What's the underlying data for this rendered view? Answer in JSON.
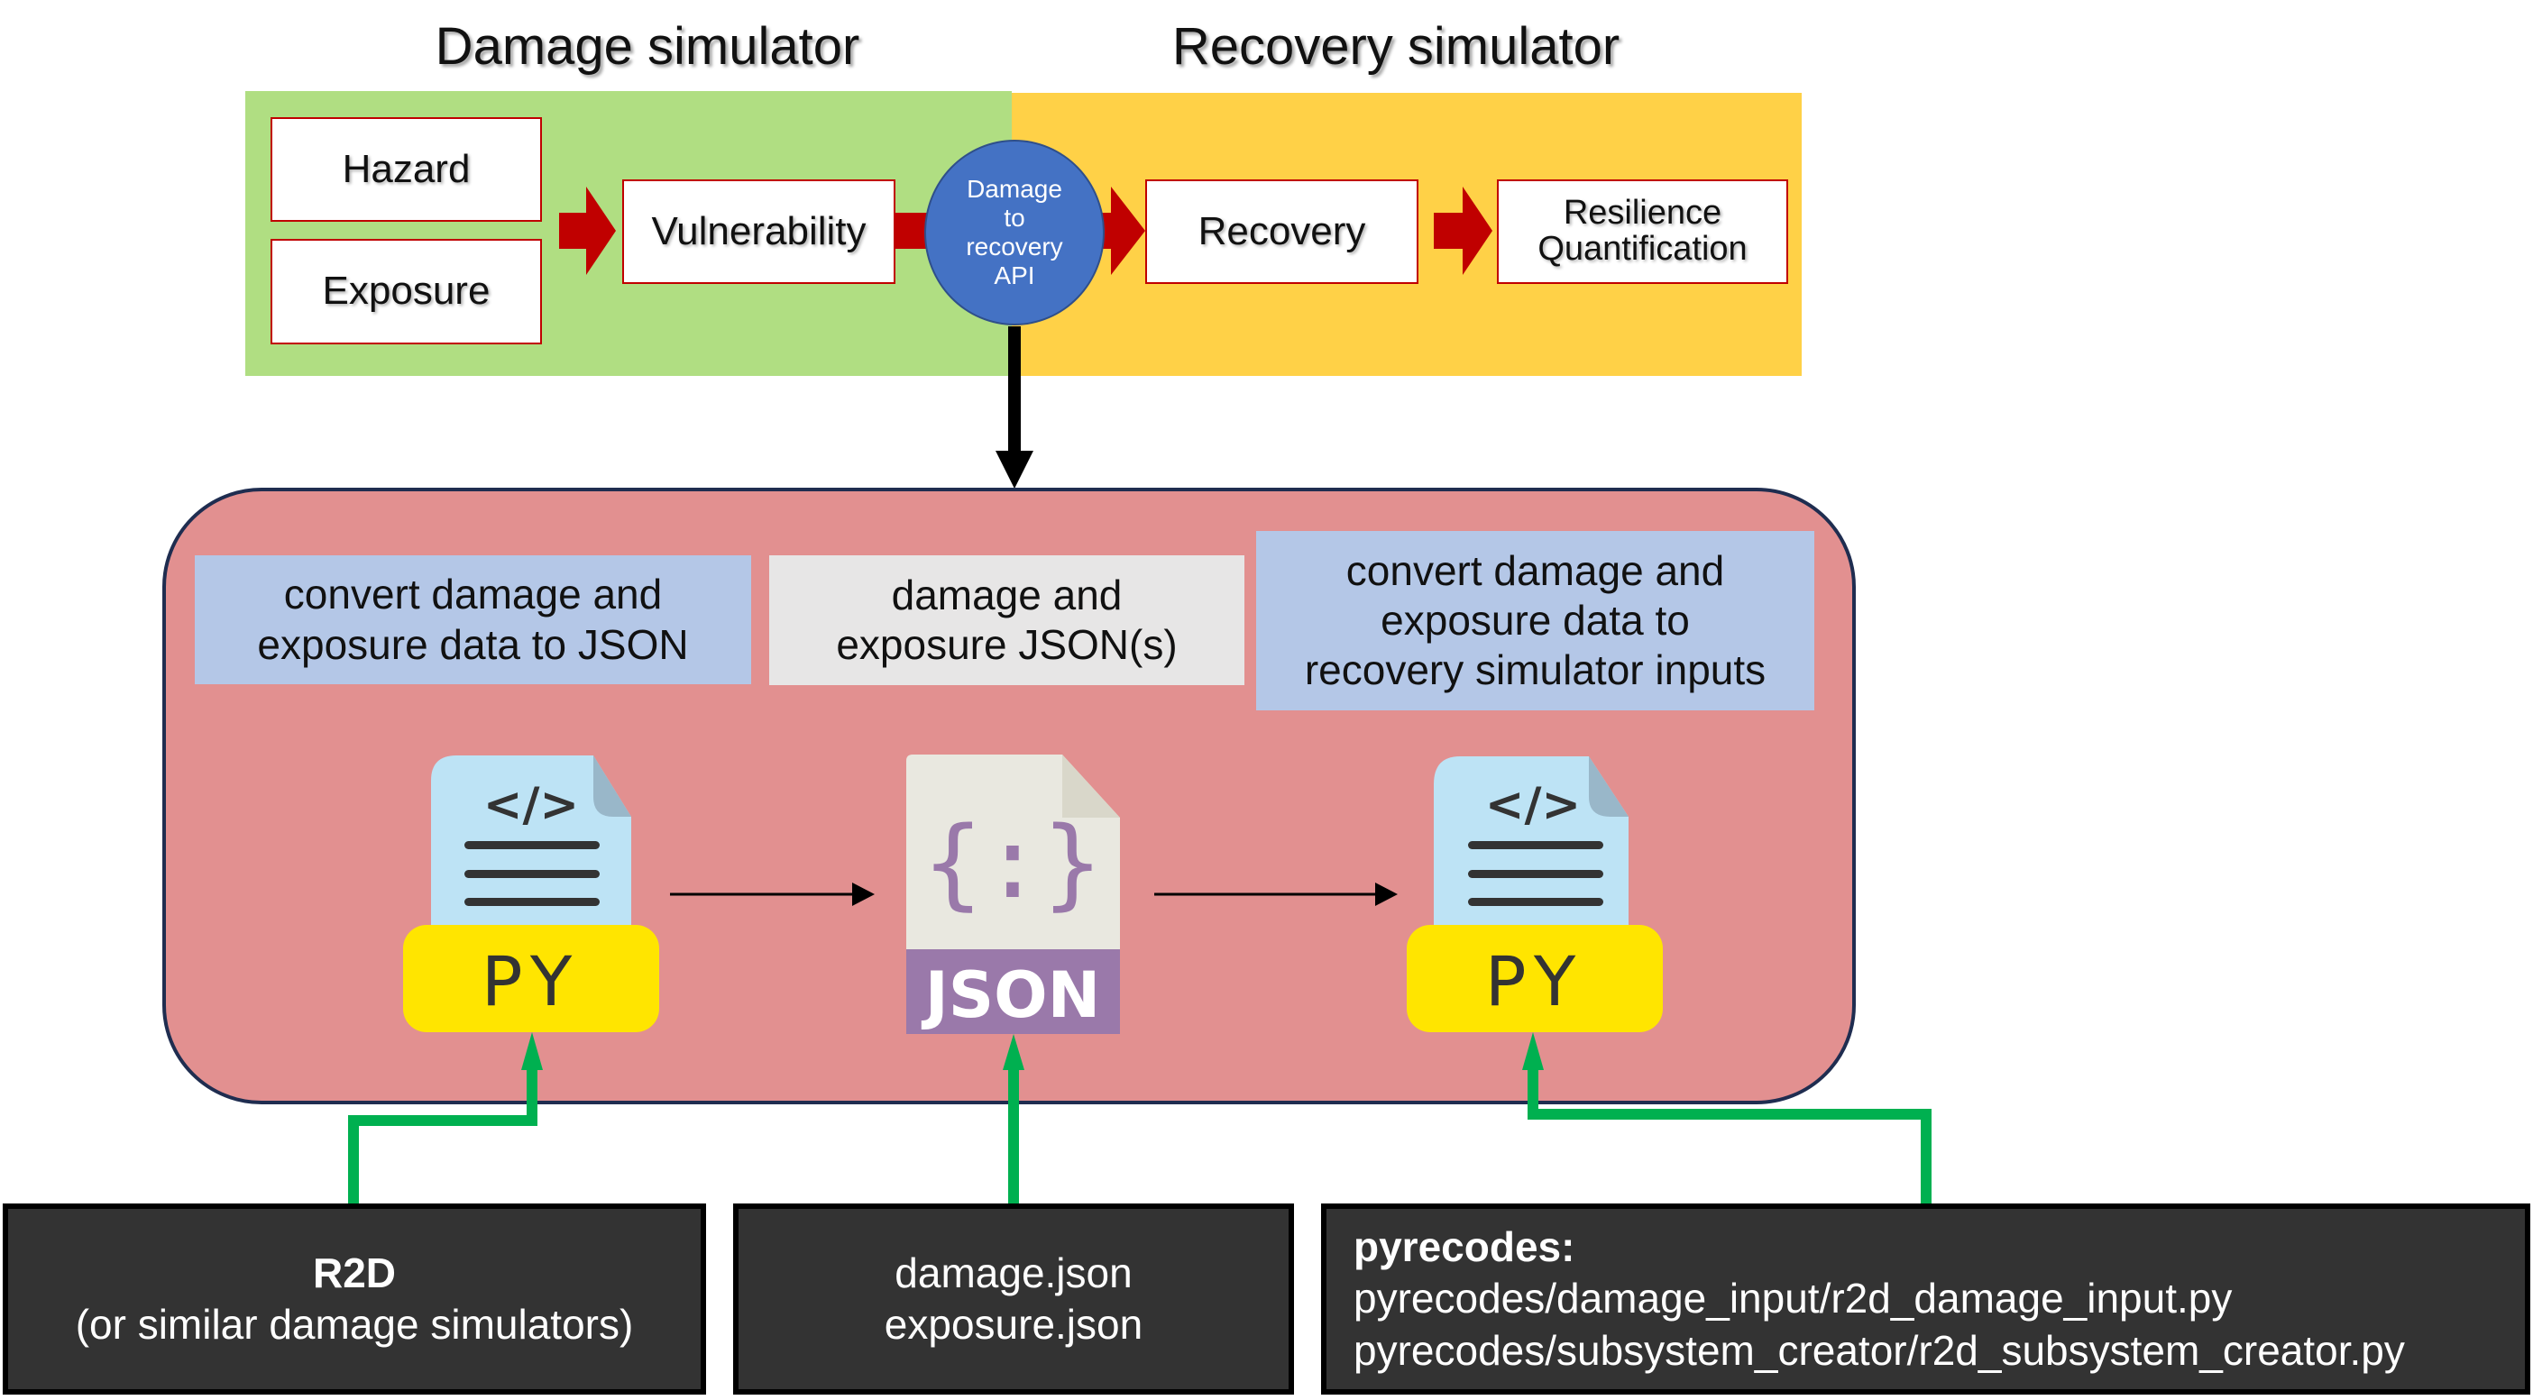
{
  "titles": {
    "damage_simulator": "Damage simulator",
    "recovery_simulator": "Recovery simulator"
  },
  "colors": {
    "damage_panel": "#b0de82",
    "recovery_panel": "#ffd147",
    "flow_arrow": "#c00000",
    "api_circle": "#4472c4",
    "pipeline_panel": "#e29090",
    "pipeline_border": "#1f2d50",
    "label_blue": "#b4c7e7",
    "label_gray": "#e7e6e6",
    "source_box": "#333333",
    "connector_green": "#00b050",
    "py_tag": "#ffe500",
    "py_doc": "#bde3f5",
    "json_tag": "#9a79aa",
    "json_doc": "#e9e8e0"
  },
  "stages": {
    "hazard": "Hazard",
    "exposure": "Exposure",
    "vulnerability": "Vulnerability",
    "api": [
      "Damage",
      "to",
      "recovery",
      "API"
    ],
    "recovery": "Recovery",
    "resilience": [
      "Resilience",
      "Quantification"
    ]
  },
  "pipeline": {
    "labels": [
      {
        "lines": [
          "convert damage and",
          "exposure data to JSON"
        ]
      },
      {
        "lines": [
          "damage and",
          "exposure JSON(s)"
        ]
      },
      {
        "lines": [
          "convert damage and",
          "exposure data to",
          "recovery simulator inputs"
        ]
      }
    ],
    "icons": [
      {
        "type": "py-file-icon",
        "tag": "PY",
        "glyph": "</>"
      },
      {
        "type": "json-file-icon",
        "tag": "JSON",
        "glyph": "{:}"
      },
      {
        "type": "py-file-icon",
        "tag": "PY",
        "glyph": "</>"
      }
    ]
  },
  "sources": [
    {
      "title": "R2D",
      "lines": [
        "(or similar damage simulators)"
      ]
    },
    {
      "title": "",
      "lines": [
        "damage.json",
        "exposure.json"
      ]
    },
    {
      "title": "pyrecodes:",
      "lines": [
        "pyrecodes/damage_input/r2d_damage_input.py",
        "pyrecodes/subsystem_creator/r2d_subsystem_creator.py"
      ]
    }
  ]
}
